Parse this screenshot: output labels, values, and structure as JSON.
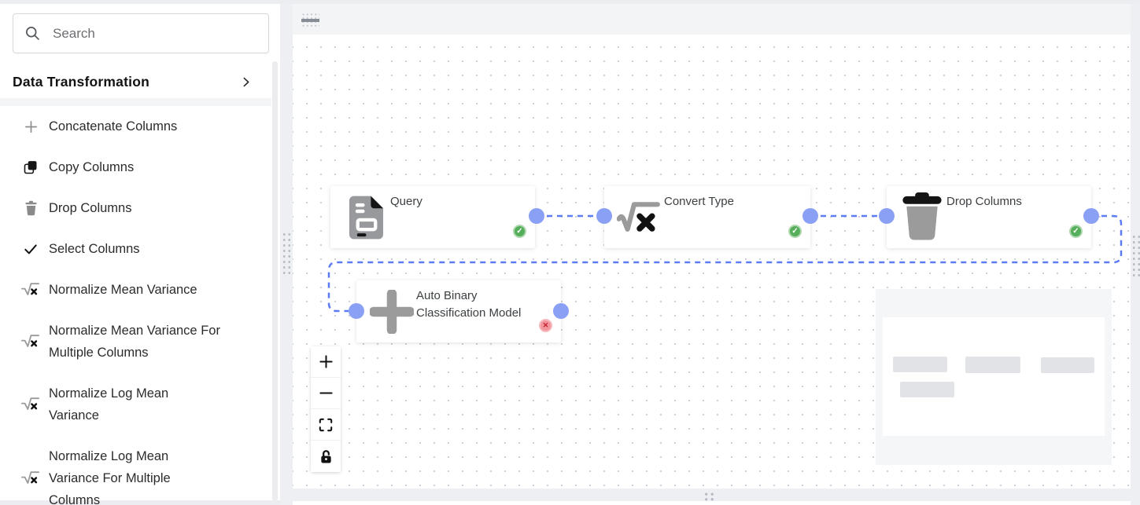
{
  "sidebar": {
    "search": {
      "placeholder": "Search",
      "icon": "search-icon"
    },
    "section": {
      "label": "Data Transformation",
      "icon": "chevron-right-icon"
    },
    "items": [
      {
        "icon": "plus-icon",
        "label": "Concatenate Columns"
      },
      {
        "icon": "copy-icon",
        "label": "Copy Columns"
      },
      {
        "icon": "trash-icon",
        "label": "Drop Columns"
      },
      {
        "icon": "check-icon",
        "label": "Select Columns"
      },
      {
        "icon": "sqrt-x-icon",
        "label": "Normalize Mean Variance"
      },
      {
        "icon": "sqrt-x-icon",
        "label": "Normalize Mean Variance For\nMultiple Columns"
      },
      {
        "icon": "sqrt-x-icon",
        "label": "Normalize Log Mean\nVariance"
      },
      {
        "icon": "sqrt-x-icon",
        "label": "Normalize Log Mean\nVariance For Multiple\nColumns"
      }
    ]
  },
  "canvas": {
    "nodes": [
      {
        "title": "Query",
        "icon": "document-icon",
        "status": "success"
      },
      {
        "title": "Convert Type",
        "icon": "sqrt-x-icon",
        "status": "success"
      },
      {
        "title": "Drop Columns",
        "icon": "trash-icon",
        "status": "success"
      },
      {
        "title": "Auto Binary\nClassification Model",
        "icon": "plus-icon",
        "status": "error"
      }
    ],
    "edges": [
      {
        "from": "Query",
        "to": "Convert Type"
      },
      {
        "from": "Convert Type",
        "to": "Drop Columns"
      },
      {
        "from": "Drop Columns",
        "to": "Auto Binary Classification Model"
      }
    ],
    "badges": {
      "success_glyph": "✓",
      "error_glyph": "✕"
    },
    "controls": [
      "zoom-in-icon",
      "zoom-out-icon",
      "fit-view-icon",
      "lock-open-icon"
    ],
    "minimap": {
      "node_blocks": 4
    },
    "colors": {
      "edge": "#5d7cf3",
      "port": "#8aa0f4",
      "success": "#55ae59",
      "error": "#f2949c",
      "canvas_dot": "#cdd0d4"
    }
  }
}
